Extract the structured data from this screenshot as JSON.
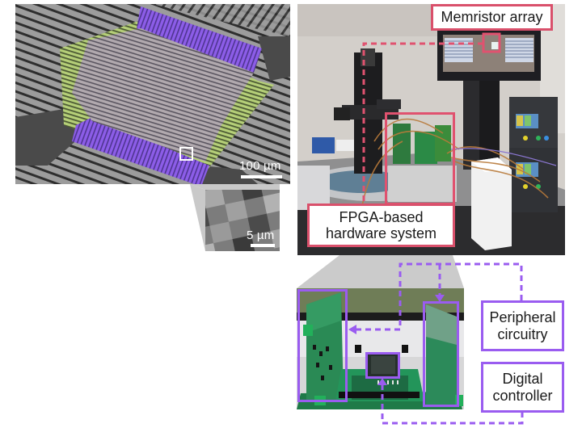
{
  "figure": {
    "panels": {
      "sem": {
        "description": "Colorized SEM image of crossbar memristor array",
        "scale_bar_label": "100 µm",
        "highlight_colors": {
          "top_bottom_electrodes": "#8a5ce6",
          "side_electrodes": "#a9c46a",
          "array": "#a7a0a6",
          "background": "#5c5c5c"
        }
      },
      "sem_inset": {
        "description": "Zoomed crossbar junctions",
        "scale_bar_label": "5 µm"
      },
      "setup_photo": {
        "description": "Photo of probe station, microscope, monitor and FPGA hardware",
        "callouts": [
          {
            "id": "memristor-array",
            "lines": [
              "Memristor array"
            ],
            "color": "#d9506b"
          },
          {
            "id": "fpga-system",
            "lines": [
              "FPGA-based",
              "hardware system"
            ],
            "color": "#d9506b"
          }
        ]
      },
      "board_photo": {
        "description": "Close-up of FPGA board with peripheral circuit cards",
        "callouts": [
          {
            "id": "peripheral-circuitry",
            "lines": [
              "Peripheral",
              "circuitry"
            ],
            "color": "#9a5cf0"
          },
          {
            "id": "digital-controller",
            "lines": [
              "Digital",
              "controller"
            ],
            "color": "#9a5cf0"
          }
        ]
      }
    },
    "colors": {
      "red_accent": "#d9506b",
      "purple_accent": "#9a5cf0",
      "connector_grey": "#c8c8c8"
    }
  }
}
